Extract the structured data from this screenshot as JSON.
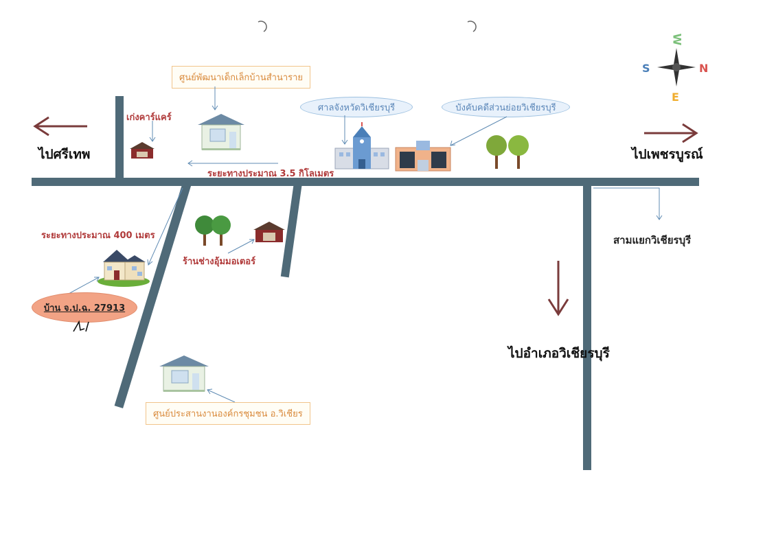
{
  "directions": {
    "west": "ไปศรีเทพ",
    "east": "ไปเพชรบูรณ์",
    "south": "ไปอำเภอวิเชียรบุรี",
    "junction": "สามแยกวิเชียรบุรี"
  },
  "distances": {
    "main": "ระยะทางประมาณ 3.5 กิโลเมตร",
    "branch": "ระยะทางประมาณ 400 เมตร"
  },
  "landmarks": {
    "childcare_center": "ศูนย์พัฒนาเด็กเล็กบ้านสำนาราย",
    "garage": "เก่งคาร์แคร์",
    "provincial_court": "ศาลจังหวัดวิเชียรบุรี",
    "legal_execution_office": "บังคับคดีส่วนย่อยวิเชียรบุรี",
    "motor_shop": "ร้านช่างอุ้มมอเตอร์",
    "community_center": "ศูนย์ประสานงานองค์กรชุมชน อ.วิเชียร"
  },
  "destination": {
    "label": "บ้าน จ.ป.ฉ. 27913"
  },
  "compass": {
    "top": "W",
    "left": "S",
    "right": "N",
    "bottom": "E",
    "colors": {
      "W": "#7cc07a",
      "S": "#4a7fb8",
      "N": "#d9534f",
      "E": "#f0ad2e"
    }
  },
  "colors": {
    "road": "#4f6a78",
    "arrow": "#7a3b3b",
    "distance_text": "#b03a3a"
  }
}
